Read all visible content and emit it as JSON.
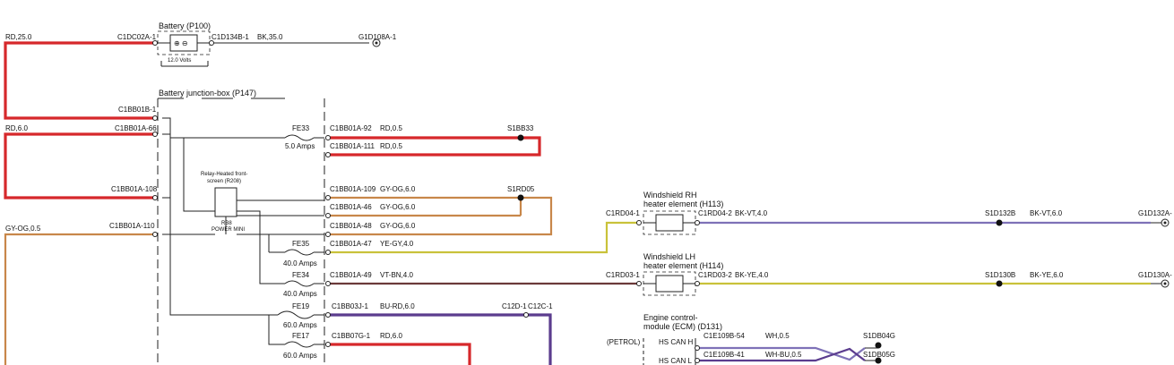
{
  "colors": {
    "red": "#d6282b",
    "orange": "#c8874a",
    "yellow_green": "#c9c23a",
    "purple": "#5b3c8e",
    "purple_light": "#7e71b7",
    "brown": "#6b3a3a",
    "black": "#111111"
  },
  "battery": {
    "title": "Battery (P100)",
    "pin_left": "C1DC02A-1",
    "pin_right": "C1D134B-1",
    "voltage": "12.0 Volts",
    "ground_wire": "BK,35.0",
    "ground": "G1D108A-1"
  },
  "wires_left": {
    "rd25": "RD,25.0",
    "rd6": "RD,6.0",
    "gyog05": "GY-OG,0.5"
  },
  "junction_box": {
    "title": "Battery junction-box (P147)",
    "c1bb01b_1": "C1BB01B-1",
    "c1bb01a_66": "C1BB01A-66",
    "c1bb01a_108": "C1BB01A-108",
    "c1bb01a_110": "C1BB01A-110"
  },
  "relay": {
    "line1": "Relay-Heated front-",
    "line2": "screen (R208)",
    "type1": "RB8",
    "type2": "POWER MINI"
  },
  "fuses": {
    "fe33": "FE33",
    "fe33_amps": "5.0 Amps",
    "fe35": "FE35",
    "fe35_amps": "40.0 Amps",
    "fe34": "FE34",
    "fe34_amps": "40.0 Amps",
    "fe19": "FE19",
    "fe19_amps": "60.0 Amps",
    "fe17": "FE17",
    "fe17_amps": "60.0 Amps"
  },
  "circuits": {
    "c92": "C1BB01A-92",
    "c92_wire": "RD,0.5",
    "s1bb33": "S1BB33",
    "c111": "C1BB01A-111",
    "c111_wire": "RD,0.5",
    "c109": "C1BB01A-109",
    "c109_wire": "GY-OG,6.0",
    "s1rd05": "S1RD05",
    "c46": "C1BB01A-46",
    "c46_wire": "GY-OG,6.0",
    "c48": "C1BB01A-48",
    "c48_wire": "GY-OG,6.0",
    "c47": "C1BB01A-47",
    "c47_wire": "YE-GY,4.0",
    "c49": "C1BB01A-49",
    "c49_wire": "VT-BN,4.0",
    "c1bb03j": "C1BB03J-1",
    "c1bb03j_wire": "BU-RD,6.0",
    "c12d": "C12D-1",
    "c12c": "C12C-1",
    "c1bb07g": "C1BB07G-1",
    "c1bb07g_wire": "RD,6.0"
  },
  "rh_heater": {
    "line1": "Windshield RH",
    "line2": "heater element (H113)",
    "pin_in": "C1RD04-1",
    "pin_out": "C1RD04-2",
    "wire_out": "BK-VT,4.0",
    "splice": "S1D132B",
    "wire_gnd": "BK-VT,6.0",
    "ground": "G1D132A-"
  },
  "lh_heater": {
    "line1": "Windshield LH",
    "line2": "heater element (H114)",
    "pin_in": "C1RD03-1",
    "pin_out": "C1RD03-2",
    "wire_out": "BK-YE,4.0",
    "splice": "S1D130B",
    "wire_gnd": "BK-YE,6.0",
    "ground": "G1D130A-"
  },
  "ecm": {
    "line1": "Engine control-",
    "line2": "module (ECM) (D131)",
    "variant": "(PETROL)",
    "can_h": "HS CAN H",
    "can_l": "HS CAN L",
    "pin_h": "C1E109B-54",
    "pin_l": "C1E109B-41",
    "wire_h": "WH,0.5",
    "wire_l": "WH-BU,0.5",
    "splice_h": "S1DB04G",
    "splice_l": "S1DB05G"
  }
}
